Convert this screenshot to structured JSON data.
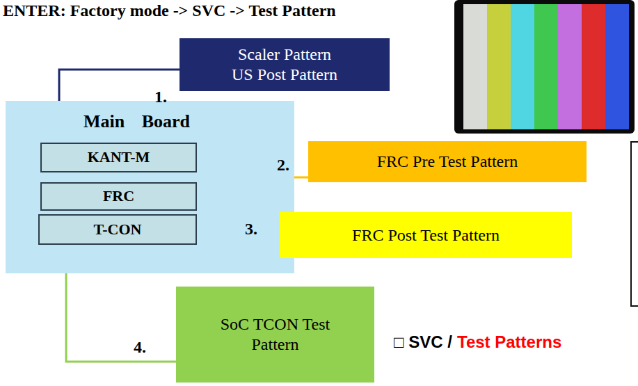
{
  "diagram": {
    "title": "ENTER: Factory mode -> SVC -> Test Pattern",
    "nodes": [
      {
        "text": [
          "Scaler Pattern US Post Pattern"
        ]
      },
      {
        "text": [
          "Main Board"
        ]
      },
      {
        "text": [
          "KANT-M"
        ],
        "in": 1
      },
      {
        "text": [
          "FRC"
        ],
        "in": 1
      },
      {
        "text": [
          "T-CON"
        ],
        "in": 1
      },
      {
        "text": [
          "FRC Pre Test Pattern"
        ]
      },
      {
        "text": [
          "FRC Post Test Pattern"
        ]
      },
      {
        "text": [
          "SoC TCON Test Pattern"
        ]
      }
    ],
    "edges": [
      {
        "from": 2,
        "to": 0,
        "arrow": "none"
      },
      {
        "from": 3,
        "to": 5,
        "arrow": "none"
      },
      {
        "from": 3,
        "to": 6,
        "arrow": "none"
      },
      {
        "from": 4,
        "to": 7,
        "arrow": "none"
      }
    ],
    "labels": [
      "1.",
      "2.",
      "3.",
      "4.",
      "□ SVC /",
      "Test Patterns"
    ]
  }
}
